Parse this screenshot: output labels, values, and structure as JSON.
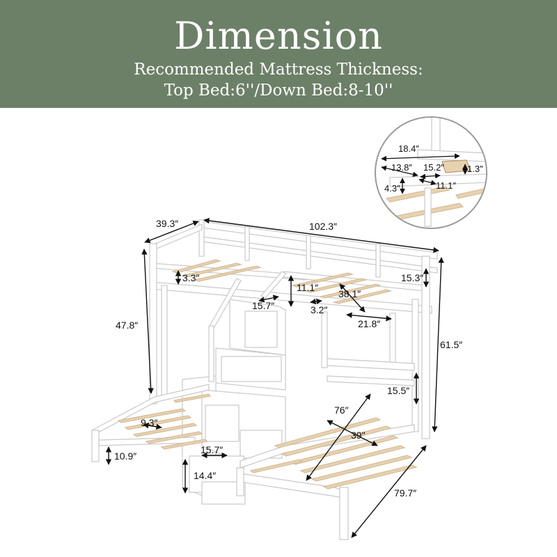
{
  "header": {
    "title": "Dimension",
    "subtitle_line1": "Recommended Mattress Thickness:",
    "subtitle_line2": "Top Bed:6''/Down Bed:8-10''"
  },
  "colors": {
    "banner": "#6c8068",
    "frame": "#ffffff",
    "slats": "#e7d2b0",
    "lines": "#111111"
  },
  "dimensions": {
    "width_total": "102.3″",
    "depth_top": "39.3″",
    "height_left": "47.8″",
    "height_total": "61.5″",
    "length_bottom": "79.7″",
    "top_gap": "3.3″",
    "stair_width": "15.7″",
    "rail_height": "11.1″",
    "slat_gap": "3.2″",
    "top_mattress_length": "38.1″",
    "top_right_rail": "15.3″",
    "top_right_depth": "21.8″",
    "lower_rail": "15.5″",
    "lower_length": "76″",
    "lower_width": "39″",
    "slat_spacing": "9.3″",
    "leg_height": "10.9″",
    "step_depth": "15.7″",
    "drawer_height": "14.4″",
    "inset": {
      "d1": "18.4″",
      "d2": "13.8″",
      "d3": "15.2″",
      "d4": "1.3″",
      "d5": "4.3″",
      "d6": "11.1″"
    }
  }
}
